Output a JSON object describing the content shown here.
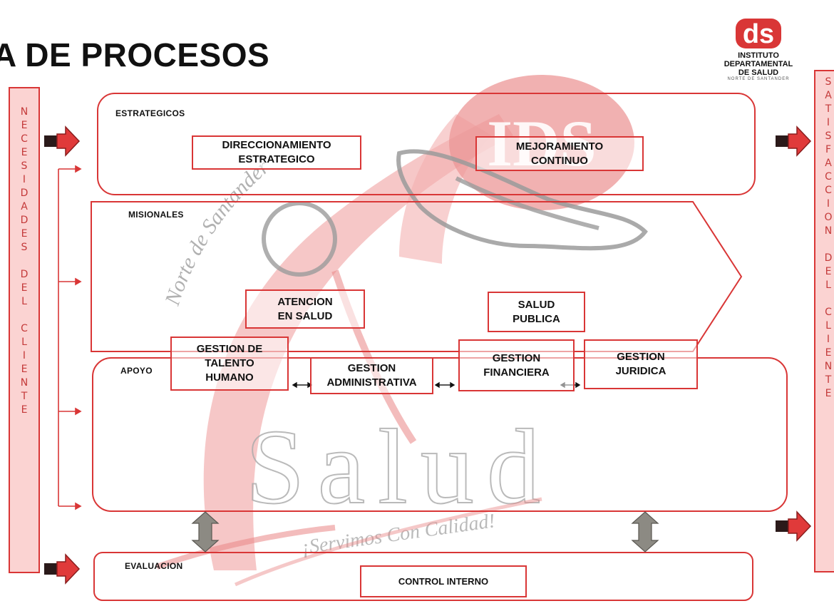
{
  "title": "A DE PROCESOS",
  "logo": {
    "mark": "ds",
    "line1": "INSTITUTO",
    "line2": "DEPARTAMENTAL",
    "line3": "DE SALUD",
    "subline": "NORTE DE SANTANDER"
  },
  "left_bar": {
    "letters": [
      "N",
      "E",
      "C",
      "E",
      "S",
      "I",
      "D",
      "A",
      "D",
      "E",
      "S",
      "",
      "D",
      "E",
      "L",
      "",
      "C",
      "L",
      "I",
      "E",
      "N",
      "T",
      "E"
    ]
  },
  "right_bar": {
    "letters": [
      "S",
      "A",
      "T",
      "I",
      "S",
      "F",
      "A",
      "C",
      "C",
      "I",
      "O",
      "N",
      "",
      "D",
      "E",
      "L",
      "",
      "C",
      "L",
      "I",
      "E",
      "N",
      "T",
      "E"
    ]
  },
  "groups": {
    "estrategicos": {
      "label": "ESTRATEGICOS",
      "boxes": [
        "DIRECCIONAMIENTO\nESTRATEGICO",
        "MEJORAMIENTO\nCONTINUO"
      ]
    },
    "misionales": {
      "label": "MISIONALES",
      "boxes": [
        "ATENCION\nEN SALUD",
        "SALUD\nPUBLICA"
      ]
    },
    "apoyo": {
      "label": "APOYO",
      "boxes": [
        "GESTION DE\nTALENTO\nHUMANO",
        "GESTION\nADMINISTRATIVA",
        "GESTION\nFINANCIERA",
        "GESTION\nJURIDICA"
      ]
    },
    "evaluacion": {
      "label": "EVALUACION",
      "boxes": [
        "CONTROL INTERNO"
      ]
    }
  },
  "watermark": {
    "ids": "IDS",
    "curve_text": "Norte de Santander",
    "slogan_big": "Salud",
    "slogan_small": "¡Servimos Con Calidad!"
  },
  "colors": {
    "accent_red": "#d93636",
    "bar_fill": "#fbd3d2",
    "watermark_red": "#e57070",
    "connector_gray": "#8c8a83"
  }
}
